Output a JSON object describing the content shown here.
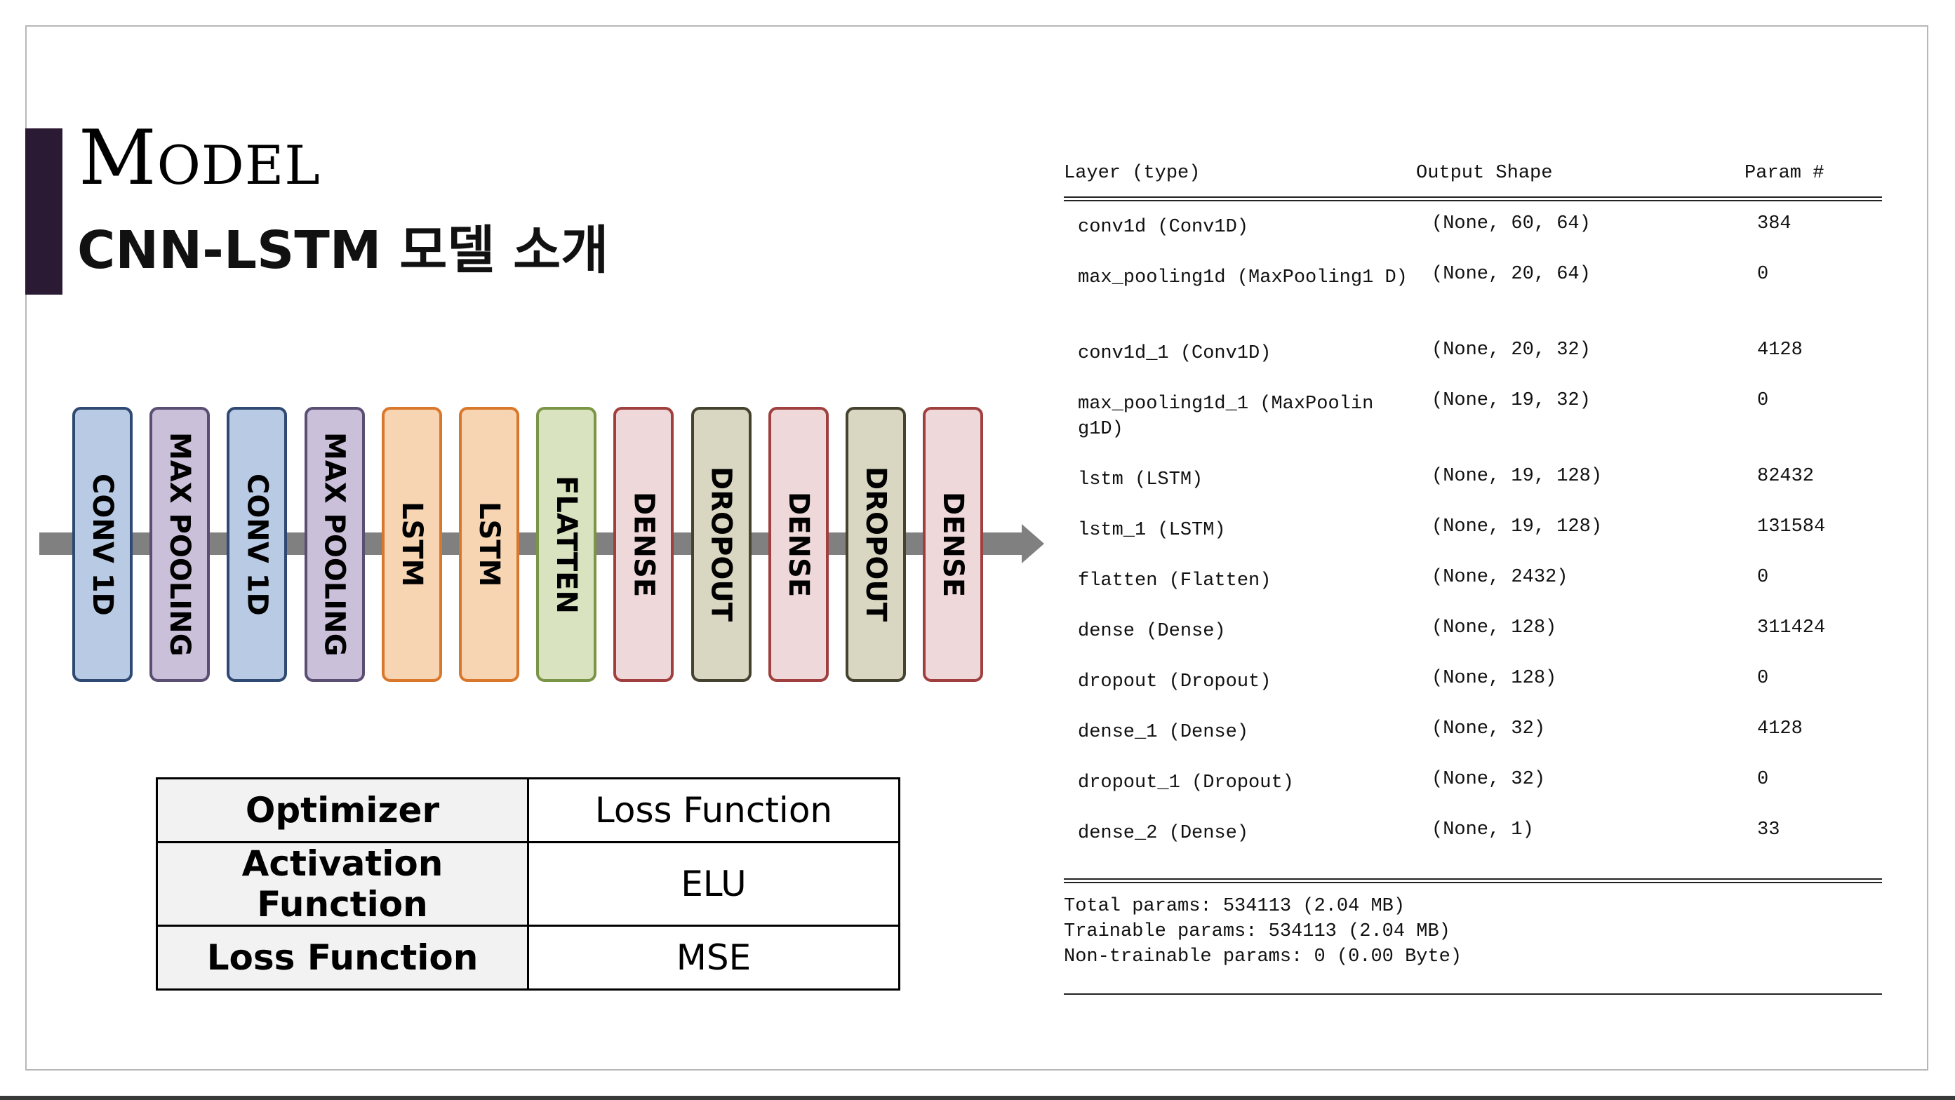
{
  "theme": {
    "accent": "#2b1a33",
    "arrow": "#808080",
    "table_header_bg": "#f2f2f2"
  },
  "slide": {
    "title": "Model",
    "subtitle": "CNN-LSTM 모델 소개"
  },
  "pipeline": {
    "layers": [
      {
        "label": "CONV 1D",
        "fill": "#b9cbe4",
        "stroke": "#2f4a72"
      },
      {
        "label": "MAX POOLING",
        "fill": "#cbc0da",
        "stroke": "#5a4f73"
      },
      {
        "label": "CONV 1D",
        "fill": "#b9cbe4",
        "stroke": "#2f4a72"
      },
      {
        "label": "MAX POOLING",
        "fill": "#cbc0da",
        "stroke": "#5a4f73"
      },
      {
        "label": "LSTM",
        "fill": "#f7d4b2",
        "stroke": "#d9782a"
      },
      {
        "label": "LSTM",
        "fill": "#f7d4b2",
        "stroke": "#d9782a"
      },
      {
        "label": "FLATTEN",
        "fill": "#d9e3bf",
        "stroke": "#7a9545"
      },
      {
        "label": "DENSE",
        "fill": "#efd8da",
        "stroke": "#a0403e"
      },
      {
        "label": "DROPOUT",
        "fill": "#d9d6c1",
        "stroke": "#45432f"
      },
      {
        "label": "DENSE",
        "fill": "#efd8da",
        "stroke": "#a0403e"
      },
      {
        "label": "DROPOUT",
        "fill": "#d9d6c1",
        "stroke": "#45432f"
      },
      {
        "label": "DENSE",
        "fill": "#efd8da",
        "stroke": "#a0403e"
      }
    ]
  },
  "settings": {
    "rows": [
      {
        "key": "Optimizer",
        "value": "Loss Function"
      },
      {
        "key": "Activation Function",
        "value": "ELU"
      },
      {
        "key": "Loss Function",
        "value": "MSE"
      }
    ]
  },
  "summary": {
    "headers": {
      "layer": "Layer (type)",
      "shape": "Output Shape",
      "params": "Param #"
    },
    "rows": [
      {
        "name": "conv1d (Conv1D)",
        "shape": "(None, 60, 64)",
        "params": "384"
      },
      {
        "name": "max_pooling1d (MaxPooling1 D)",
        "shape": "(None, 20, 64)",
        "params": "0"
      },
      {
        "name": "conv1d_1 (Conv1D)",
        "shape": "(None, 20, 32)",
        "params": "4128"
      },
      {
        "name": "max_pooling1d_1 (MaxPoolin g1D)",
        "shape": "(None, 19, 32)",
        "params": "0"
      },
      {
        "name": "lstm (LSTM)",
        "shape": "(None, 19, 128)",
        "params": "82432"
      },
      {
        "name": "lstm_1 (LSTM)",
        "shape": "(None, 19, 128)",
        "params": "131584"
      },
      {
        "name": "flatten (Flatten)",
        "shape": "(None, 2432)",
        "params": "0"
      },
      {
        "name": "dense (Dense)",
        "shape": "(None, 128)",
        "params": "311424"
      },
      {
        "name": "dropout (Dropout)",
        "shape": "(None, 128)",
        "params": "0"
      },
      {
        "name": "dense_1 (Dense)",
        "shape": "(None, 32)",
        "params": "4128"
      },
      {
        "name": "dropout_1 (Dropout)",
        "shape": "(None, 32)",
        "params": "0"
      },
      {
        "name": "dense_2 (Dense)",
        "shape": "(None, 1)",
        "params": "33"
      }
    ],
    "totals": {
      "total": "Total params: 534113 (2.04 MB)",
      "trainable": "Trainable params: 534113 (2.04 MB)",
      "non_trainable": "Non-trainable params: 0 (0.00 Byte)"
    }
  }
}
